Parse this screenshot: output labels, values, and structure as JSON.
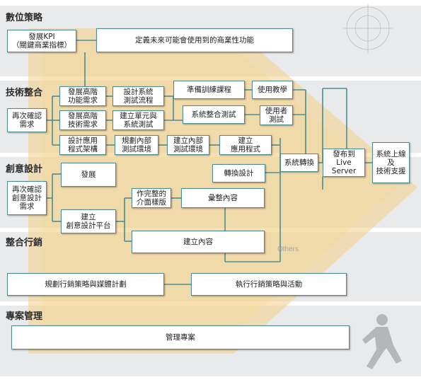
{
  "sections": {
    "digital_strategy": "數位策略",
    "tech_integration": "技術整合",
    "creative_design": "創意設計",
    "integrated_marketing": "整合行銷",
    "project_management": "專案管理"
  },
  "nodes": {
    "kpi": "發展KPI\n（關鍵商業指標）",
    "define_functions": "定義未來可能會使用到的商業性功能",
    "reconfirm_requirements": "再次確認\n需求",
    "high_level_function_req": "發展高階\n功能需求",
    "high_level_tech_req": "發展高階\n技術需求",
    "app_architecture": "設計應用\n程式架構",
    "system_test_flow": "設計系統\n測試流程",
    "unit_system_test": "建立單元與\n系統測試",
    "internal_test_env_plan": "規劃內部\n測試環境",
    "internal_test_env_build": "建立內部\n測試環境",
    "build_app": "建立\n應用程式",
    "training_course": "準備訓練課程",
    "teaching": "使用教學",
    "system_integration_test": "系統整合測試",
    "user_test": "使用者\n測試",
    "convert_design": "轉換設計",
    "system_conversion": "系統轉換",
    "publish_live": "發布到\nLive Server",
    "go_live_support": "系統上線\n及\n技術支援",
    "reconfirm_creative": "再次確認\n創意設計\n需求",
    "develop": "發展",
    "creative_platform": "建立\n創意設計平台",
    "full_interface": "作完整的\n介面樣版",
    "aggregate_content": "彙整內容",
    "build_content": "建立內容",
    "marketing_plan": "規劃行銷策略與媒體計劃",
    "marketing_execute": "執行行銷策略與活動",
    "manage_project": "管理專案"
  },
  "background": {
    "others_label": "Others"
  },
  "colors": {
    "connector": "#4a8e92",
    "band": "#e9eaec",
    "arrow": "#f4d08a"
  }
}
